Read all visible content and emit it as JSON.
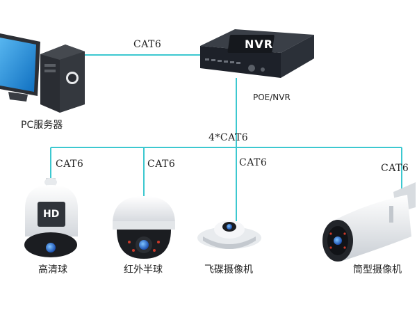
{
  "nodes": {
    "pc_label": "PC服务器",
    "nvr_badge": "NVR",
    "nvr_label": "POE/NVR",
    "hd_dome_label": "高清球",
    "ir_dome_label": "红外半球",
    "ufo_label": "飞碟摄像机",
    "bullet_label": "筒型摄像机",
    "hd_badge": "HD"
  },
  "links": {
    "pc_nvr": "CAT6",
    "trunk": "4*CAT6",
    "drop_1": "CAT6",
    "drop_2": "CAT6",
    "drop_3": "CAT6",
    "drop_4": "CAT6"
  },
  "colors": {
    "cable": "#3cc8d0",
    "nvr_body": "#1d2129",
    "monitor_screen": "#1e8fd8",
    "tower": "#2a2d33",
    "camera_white": "#eef0f2",
    "camera_dark": "#1b1d21",
    "lens_blue": "#2a6fd6"
  }
}
